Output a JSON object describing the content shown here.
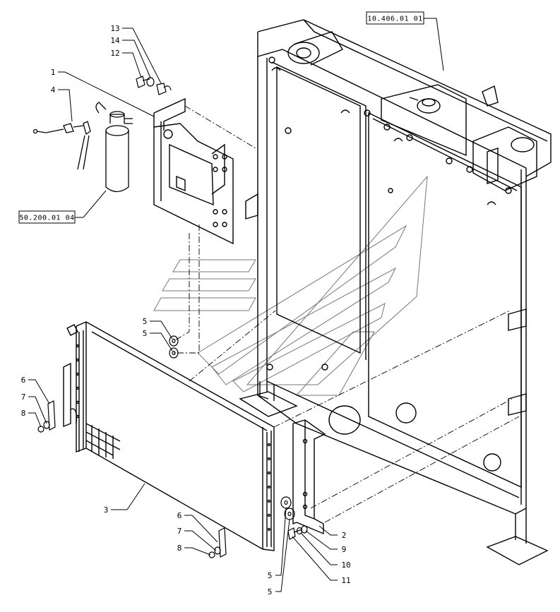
{
  "references": {
    "top_right": "10.406.01 01",
    "left": "50.200.01 04"
  },
  "callouts": {
    "c13": "13",
    "c14": "14",
    "c12": "12",
    "c1": "1",
    "c4": "4",
    "c5a": "5",
    "c5b": "5",
    "c6a": "6",
    "c7a": "7",
    "c8a": "8",
    "c3": "3",
    "c6b": "6",
    "c7b": "7",
    "c8b": "8",
    "c2": "2",
    "c9": "9",
    "c10": "10",
    "c11": "11",
    "c5c": "5",
    "c5d": "5"
  }
}
